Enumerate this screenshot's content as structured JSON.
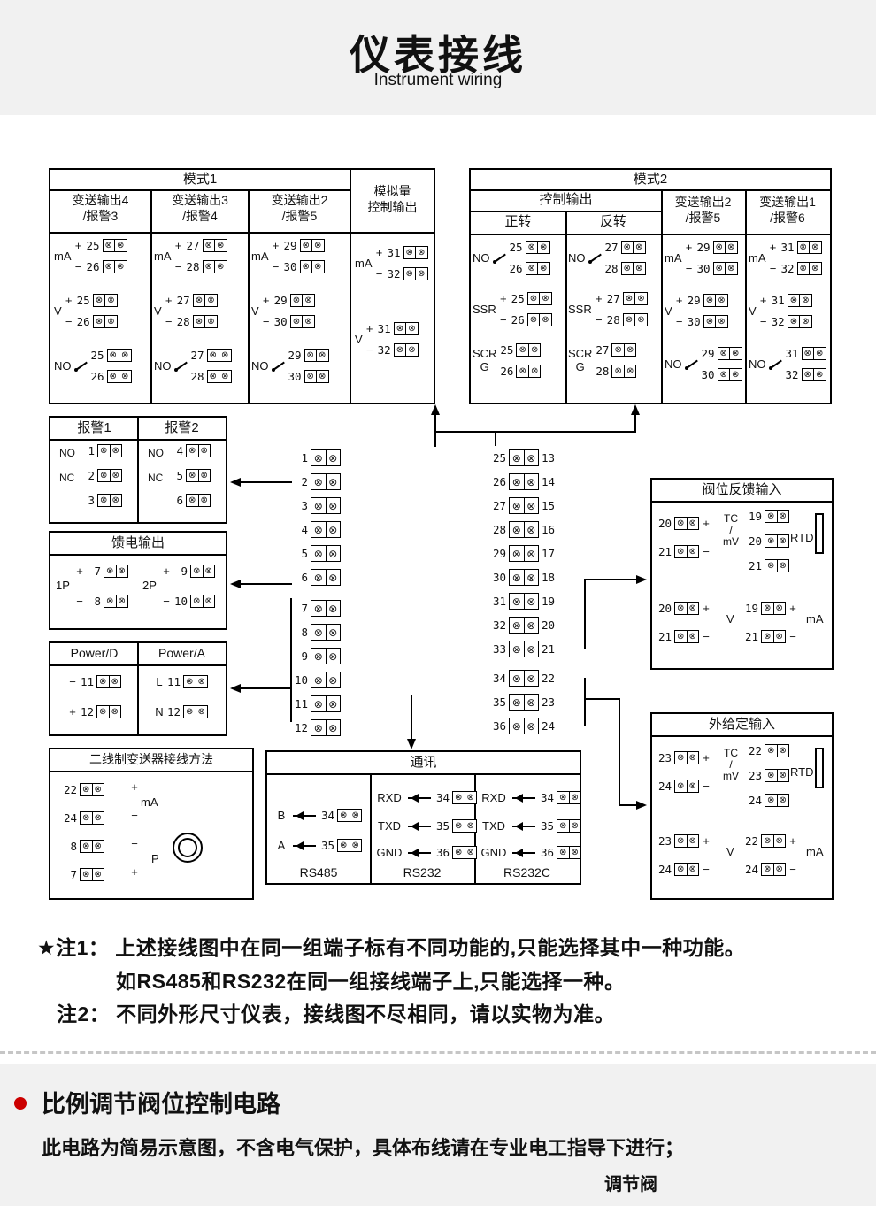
{
  "colors": {
    "band_bg": "#f1f1f1",
    "diagram_line": "#000000",
    "accent_red": "#cc0000",
    "text": "#111111"
  },
  "icons": {
    "terminal-screw": "⊗",
    "left-arrow": "◀",
    "no-contact": "slash-contact",
    "transmitter": "double-circle",
    "bullet": "●"
  },
  "header": {
    "title": "仪表接线",
    "subtitle": "Instrument wiring"
  },
  "mode1": {
    "title": "模式1",
    "col1": {
      "header": "变送输出4\n/报警3",
      "ma": {
        "label": "mA",
        "plus": "+",
        "minus": "−",
        "t1": "25",
        "t2": "26"
      },
      "v": {
        "label": "V",
        "plus": "+",
        "minus": "−",
        "t1": "25",
        "t2": "26"
      },
      "no": {
        "label": "NO",
        "t1": "25",
        "t2": "26"
      }
    },
    "col2": {
      "header": "变送输出3\n/报警4",
      "ma": {
        "label": "mA",
        "plus": "+",
        "minus": "−",
        "t1": "27",
        "t2": "28"
      },
      "v": {
        "label": "V",
        "plus": "+",
        "minus": "−",
        "t1": "27",
        "t2": "28"
      },
      "no": {
        "label": "NO",
        "t1": "27",
        "t2": "28"
      }
    },
    "col3": {
      "header": "变送输出2\n/报警5",
      "ma": {
        "label": "mA",
        "plus": "+",
        "minus": "−",
        "t1": "29",
        "t2": "30"
      },
      "v": {
        "label": "V",
        "plus": "+",
        "minus": "−",
        "t1": "29",
        "t2": "30"
      },
      "no": {
        "label": "NO",
        "t1": "29",
        "t2": "30"
      }
    },
    "col4": {
      "header": "模拟量\n控制输出",
      "ma": {
        "label": "mA",
        "plus": "+",
        "minus": "−",
        "t1": "31",
        "t2": "32"
      },
      "v": {
        "label": "V",
        "plus": "+",
        "minus": "−",
        "t1": "31",
        "t2": "32"
      }
    }
  },
  "mode2": {
    "title": "模式2",
    "group": "控制输出",
    "fw": {
      "header": "正转",
      "no": {
        "label": "NO",
        "t1": "25",
        "t2": "26"
      },
      "ssr": {
        "label": "SSR",
        "plus": "+",
        "minus": "−",
        "t1": "25",
        "t2": "26"
      },
      "scr": {
        "label": "SCR",
        "g": "G",
        "t1": "25",
        "t2": "26"
      }
    },
    "rv": {
      "header": "反转",
      "no": {
        "label": "NO",
        "t1": "27",
        "t2": "28"
      },
      "ssr": {
        "label": "SSR",
        "plus": "+",
        "minus": "−",
        "t1": "27",
        "t2": "28"
      },
      "scr": {
        "label": "SCR",
        "g": "G",
        "t1": "27",
        "t2": "28"
      }
    },
    "out2": {
      "header": "变送输出2\n/报警5",
      "ma": {
        "label": "mA",
        "plus": "+",
        "minus": "−",
        "t1": "29",
        "t2": "30"
      },
      "v": {
        "label": "V",
        "plus": "+",
        "minus": "−",
        "t1": "29",
        "t2": "30"
      },
      "no": {
        "label": "NO",
        "t1": "29",
        "t2": "30"
      }
    },
    "out1": {
      "header": "变送输出1\n/报警6",
      "ma": {
        "label": "mA",
        "plus": "+",
        "minus": "−",
        "t1": "31",
        "t2": "32"
      },
      "v": {
        "label": "V",
        "plus": "+",
        "minus": "−",
        "t1": "31",
        "t2": "32"
      },
      "no": {
        "label": "NO",
        "t1": "31",
        "t2": "32"
      }
    }
  },
  "alarm": {
    "a1": {
      "title": "报警1",
      "no_label": "NO",
      "nc_label": "NC",
      "t1": "1",
      "t2": "2",
      "t3": "3"
    },
    "a2": {
      "title": "报警2",
      "no_label": "NO",
      "nc_label": "NC",
      "t1": "4",
      "t2": "5",
      "t3": "6"
    }
  },
  "feed": {
    "title": "馈电输出",
    "g1": {
      "label": "1P",
      "plus": "+",
      "minus": "−",
      "t1": "7",
      "t2": "8"
    },
    "g2": {
      "label": "2P",
      "plus": "+",
      "minus": "−",
      "t1": "9",
      "t2": "10"
    }
  },
  "power": {
    "d": {
      "title": "Power/D",
      "s1": "−",
      "s2": "+",
      "t1": "11",
      "t2": "12"
    },
    "a": {
      "title": "Power/A",
      "s1": "L",
      "s2": "N",
      "t1": "11",
      "t2": "12"
    }
  },
  "twowire": {
    "title": "二线制变送器接线方法",
    "t1": "22",
    "t2": "24",
    "t3": "8",
    "t4": "7",
    "s1": "+",
    "s2": "−",
    "s3": "−",
    "s4": "+",
    "ma_label": "mA",
    "p_label": "P"
  },
  "center": {
    "left": [
      "1",
      "2",
      "3",
      "4",
      "5",
      "6",
      "7",
      "8",
      "9",
      "10",
      "11",
      "12"
    ],
    "r_out": [
      "25",
      "26",
      "27",
      "28",
      "29",
      "30",
      "31",
      "32",
      "33",
      "34",
      "35",
      "36"
    ],
    "r_in": [
      "13",
      "14",
      "15",
      "16",
      "17",
      "18",
      "19",
      "20",
      "21",
      "22",
      "23",
      "24"
    ]
  },
  "comm": {
    "title": "通讯",
    "rs485": {
      "name": "RS485",
      "r1": {
        "label": "B",
        "t": "34"
      },
      "r2": {
        "label": "A",
        "t": "35"
      }
    },
    "rs232": {
      "name": "RS232",
      "r1": {
        "label": "RXD",
        "t": "34"
      },
      "r2": {
        "label": "TXD",
        "t": "35"
      },
      "r3": {
        "label": "GND",
        "t": "36"
      }
    },
    "rs232c": {
      "name": "RS232C",
      "r1": {
        "label": "RXD",
        "t": "34"
      },
      "r2": {
        "label": "TXD",
        "t": "35"
      },
      "r3": {
        "label": "GND",
        "t": "36"
      }
    }
  },
  "valve_fb": {
    "title": "阀位反馈输入",
    "tc": {
      "t1": "20",
      "t2": "21",
      "plus": "+",
      "minus": "−",
      "l1": "TC",
      "l2": "/",
      "l3": "mV"
    },
    "rtd": {
      "t1": "19",
      "t2": "20",
      "t3": "21",
      "label": "RTD"
    },
    "v": {
      "t1": "20",
      "t2": "21",
      "plus": "+",
      "minus": "−",
      "label": "V"
    },
    "ma": {
      "t1": "19",
      "t2": "21",
      "plus": "+",
      "minus": "−",
      "label": "mA"
    }
  },
  "ext": {
    "title": "外给定输入",
    "tc": {
      "t1": "23",
      "t2": "24",
      "plus": "+",
      "minus": "−",
      "l1": "TC",
      "l2": "/",
      "l3": "mV"
    },
    "rtd": {
      "t1": "22",
      "t2": "23",
      "t3": "24",
      "label": "RTD"
    },
    "v": {
      "t1": "23",
      "t2": "24",
      "plus": "+",
      "minus": "−",
      "label": "V"
    },
    "ma": {
      "t1": "22",
      "t2": "24",
      "plus": "+",
      "minus": "−",
      "label": "mA"
    }
  },
  "notes": {
    "line1": "★注1： 上述接线图中在同一组端子标有不同功能的,只能选择其中一种功能。",
    "line2": "如RS485和RS232在同一组接线端子上,只能选择一种。",
    "line3": "注2： 不同外形尺寸仪表，接线图不尽相同，请以实物为准。"
  },
  "bottom": {
    "heading": "比例调节阀位控制电路",
    "body": "此电路为简易示意图，不含电气保护，具体布线请在专业电工指导下进行；",
    "caption": "调节阀"
  }
}
